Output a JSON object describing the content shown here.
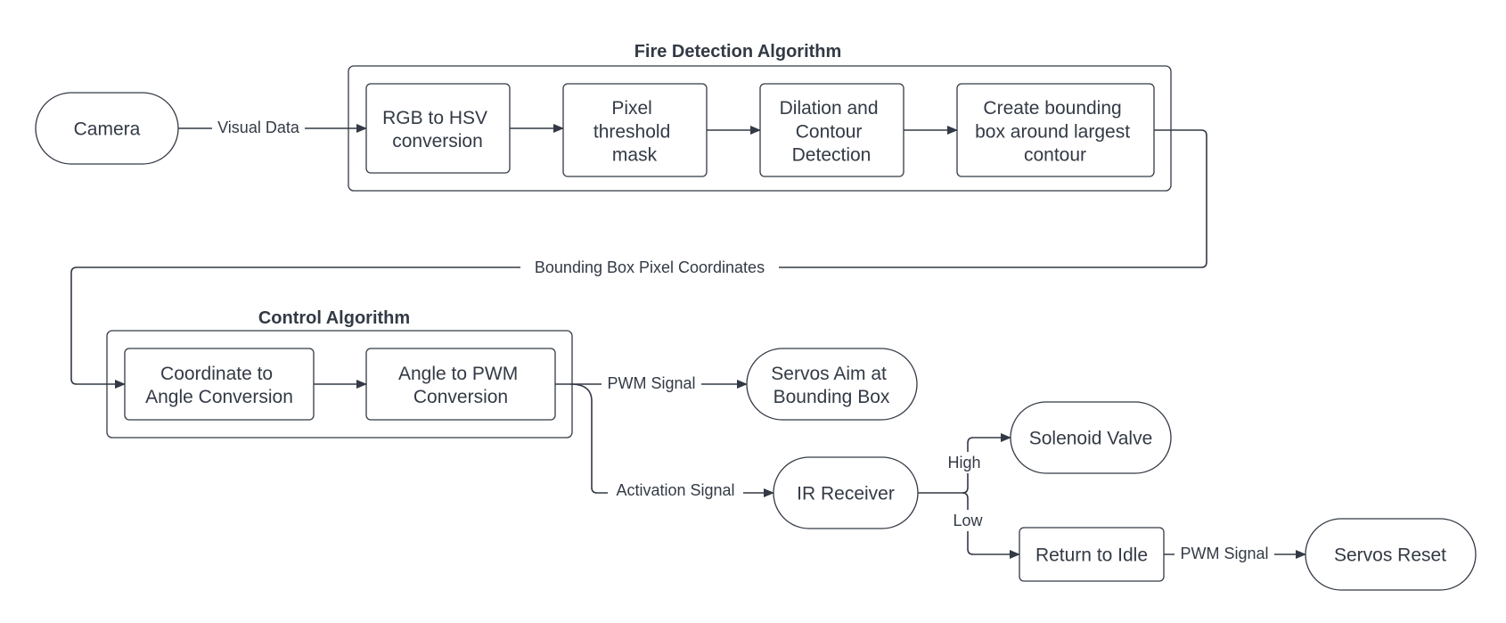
{
  "groups": {
    "fire_detection": "Fire Detection Algorithm",
    "control": "Control Algorithm"
  },
  "nodes": {
    "camera": [
      "Camera"
    ],
    "rgb_hsv": [
      "RGB to HSV",
      "conversion"
    ],
    "pixel_threshold": [
      "Pixel",
      "threshold",
      "mask"
    ],
    "dilation": [
      "Dilation and",
      "Contour",
      "Detection"
    ],
    "bounding_box": [
      "Create bounding",
      "box around largest",
      "contour"
    ],
    "coord_angle": [
      "Coordinate to",
      "Angle Conversion"
    ],
    "angle_pwm": [
      "Angle to PWM",
      "Conversion"
    ],
    "servos_aim": [
      "Servos Aim at",
      "Bounding Box"
    ],
    "ir_receiver": [
      "IR Receiver"
    ],
    "solenoid": [
      "Solenoid Valve"
    ],
    "return_idle": [
      "Return to Idle"
    ],
    "servos_reset": [
      "Servos Reset"
    ]
  },
  "edges": {
    "visual_data": "Visual Data",
    "bbox_coords": "Bounding Box Pixel Coordinates",
    "pwm_signal_aim": "PWM Signal",
    "activation_signal": "Activation Signal",
    "high": "High",
    "low": "Low",
    "pwm_signal_reset": "PWM Signal"
  },
  "colors": {
    "stroke": "#333a45",
    "text": "#333a45",
    "background": "#ffffff"
  }
}
